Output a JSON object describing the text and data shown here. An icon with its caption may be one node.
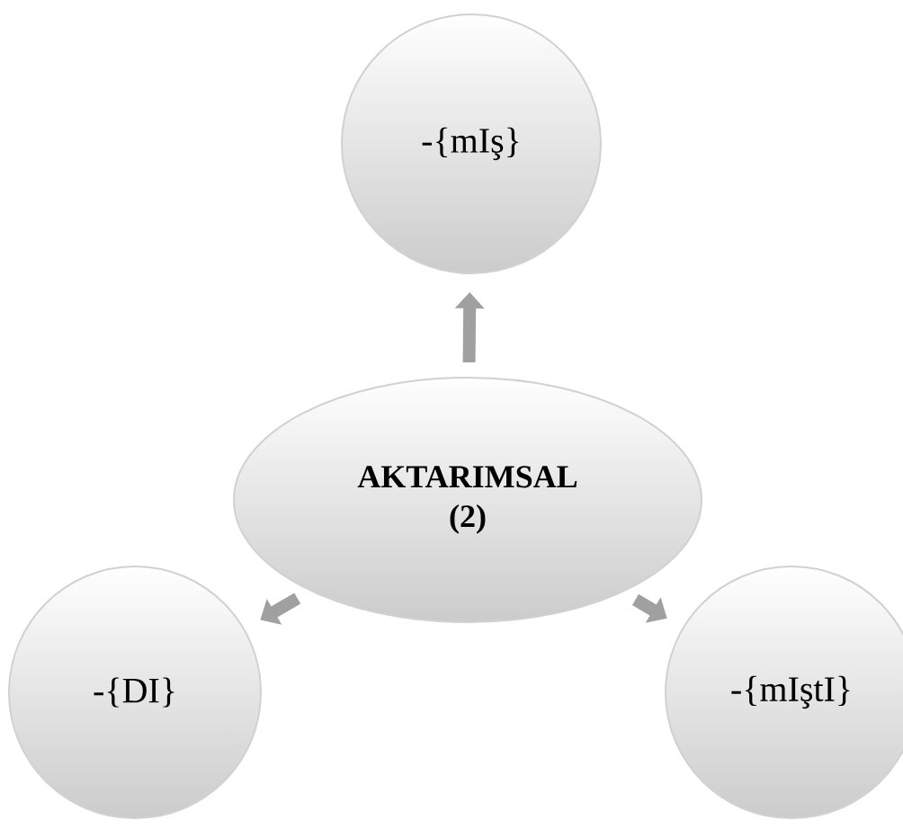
{
  "diagram": {
    "nodes": [
      {
        "text": [
          "-{mIş}"
        ]
      },
      {
        "text": [
          "**AKTARIMSAL (2)**"
        ]
      },
      {
        "text": [
          "-{DI}"
        ]
      },
      {
        "text": [
          "-{mIştI}"
        ]
      }
    ],
    "edges": [
      {
        "from": 1,
        "to": 0,
        "arrow": "to"
      },
      {
        "from": 1,
        "to": 2,
        "arrow": "to"
      },
      {
        "from": 1,
        "to": 3,
        "arrow": "to"
      }
    ]
  }
}
